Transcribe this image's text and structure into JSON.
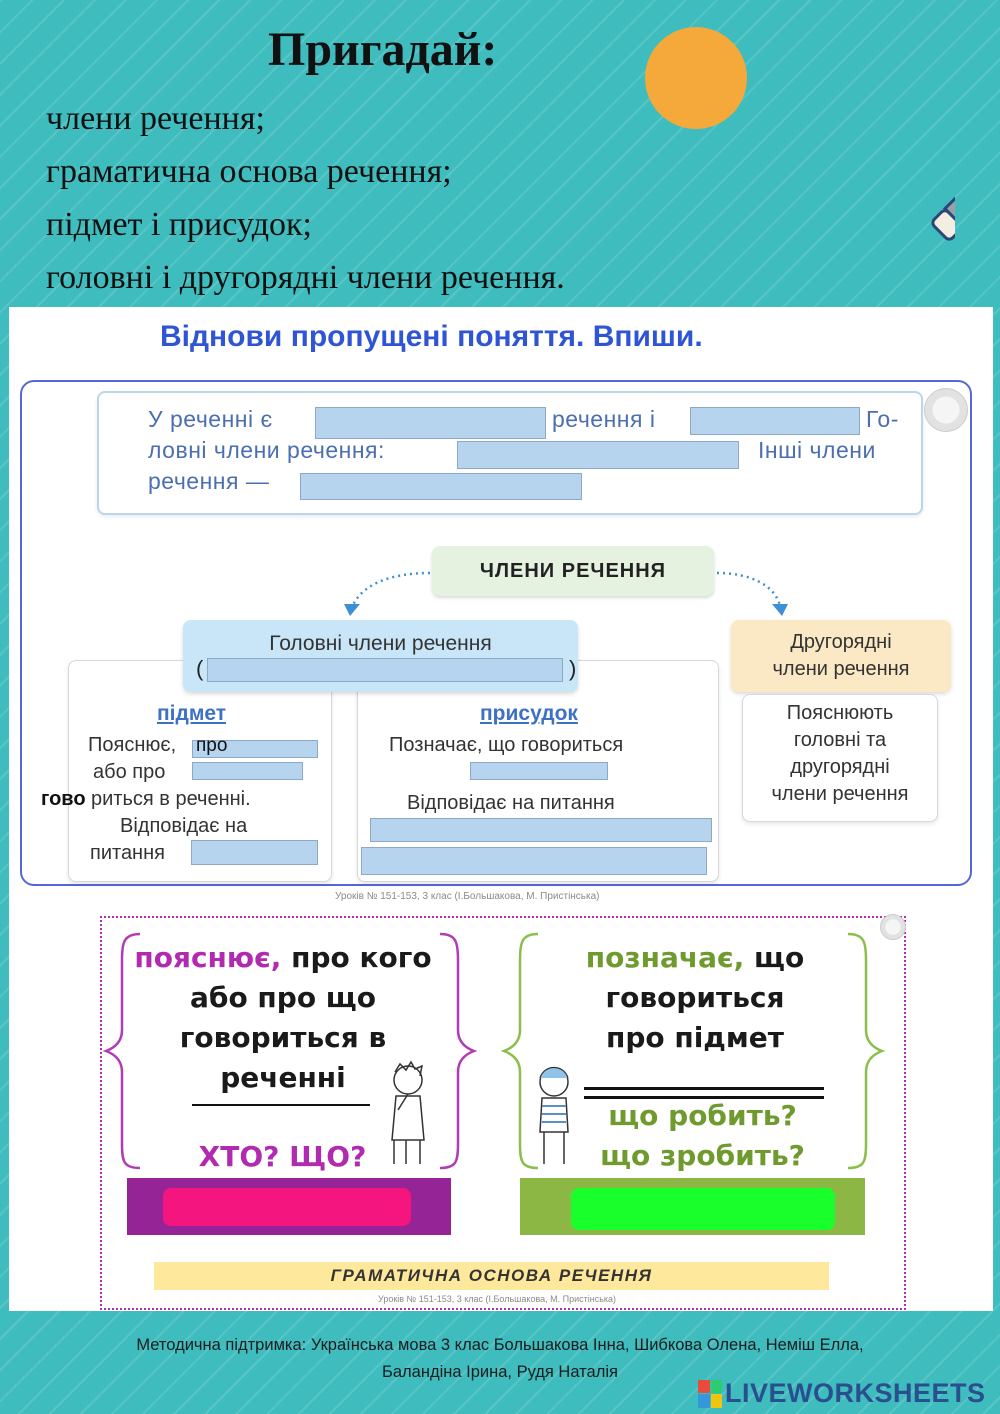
{
  "header": {
    "title": "Пригадай:",
    "items": [
      "члени речення;",
      "граматична основа речення;",
      "підмет і присудок;",
      "головні і другорядні члени речення."
    ]
  },
  "task": {
    "instruction": "Віднови пропущені поняття. Впиши.",
    "paragraph": {
      "line1_a": "У реченні є",
      "line1_b": "речення і",
      "line1_c": "Го-",
      "line2_a": "ловні члени речення:",
      "line2_b": "Інші члени",
      "line3_a": "речення —"
    },
    "diagram": {
      "center": "ЧЛЕНИ РЕЧЕННЯ",
      "main_members": "Головні члени речення",
      "paren_open": "(",
      "paren_close": ")",
      "secondary_members_line1": "Другорядні",
      "secondary_members_line2": "члени речення",
      "subject": {
        "title": "підмет",
        "line1": "Пояснює,",
        "line1_answer": "про",
        "line2": "або про",
        "line3_lead": "гово",
        "line3": "риться в реченні.",
        "line4": "Відповідає на",
        "line5": "питання"
      },
      "predicate": {
        "title": "присудок",
        "line1": "Позначає, що говориться",
        "line2": "Відповідає на питання"
      },
      "secondary": {
        "line1": "Пояснюють",
        "line2": "головні та",
        "line3": "другорядні",
        "line4": "члени речення"
      }
    },
    "caption": "Уроків № 151-153, 3 клас (І.Большакова, М. Пристінська)"
  },
  "lower": {
    "left": {
      "highlight": "пояснює,",
      "line1_rest": "про кого",
      "line2": "або про що",
      "line3": "говориться в",
      "line4": "реченні",
      "question": "ХТО? ЩО?"
    },
    "right": {
      "highlight": "позначає,",
      "line1_rest": "що",
      "line2": "говориться",
      "line3": "про підмет",
      "question1": "що робить?",
      "question2": "що зробить?"
    },
    "strip": "ГРАМАТИЧНА ОСНОВА РЕЧЕННЯ",
    "caption": "Уроків № 151-153, 3 клас (І.Большакова, М. Пристінська)"
  },
  "footer": {
    "credits_line1": "Методична підтримка: Українська мова 3 клас Большакова Інна,  Шибкова Олена, Неміш Елла,",
    "credits_line2": "Баландіна Ірина, Рудя Наталія",
    "brand": "LIVEWORKSHEETS"
  },
  "colors": {
    "background": "#3fbcbe",
    "sun": "#f5a93a",
    "instruction": "#2f55d4",
    "blank": "#b7d4ef",
    "purple": "#952496",
    "magenta_slot": "#f5157e",
    "green_bar": "#8cb744",
    "green_slot": "#19ff2c",
    "strip": "#fde89b"
  }
}
